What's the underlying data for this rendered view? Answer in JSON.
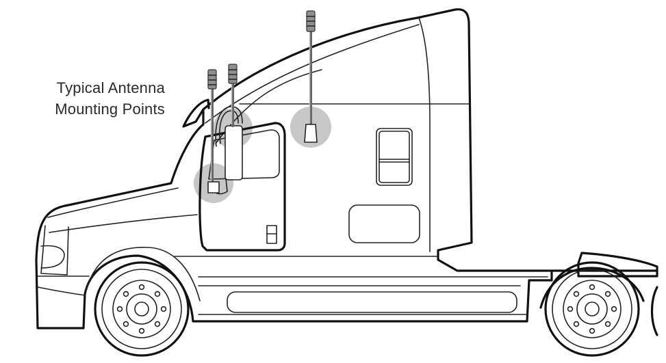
{
  "diagram": {
    "label_lines": [
      "Typical Antenna",
      "Mounting Points"
    ],
    "subject": "semi-truck-cab",
    "mounting_point_count": 3,
    "colors": {
      "outline": "#111111",
      "mount_highlight": "#bdbdbd",
      "antenna": "#8f8f8f",
      "background": "#ffffff"
    }
  }
}
